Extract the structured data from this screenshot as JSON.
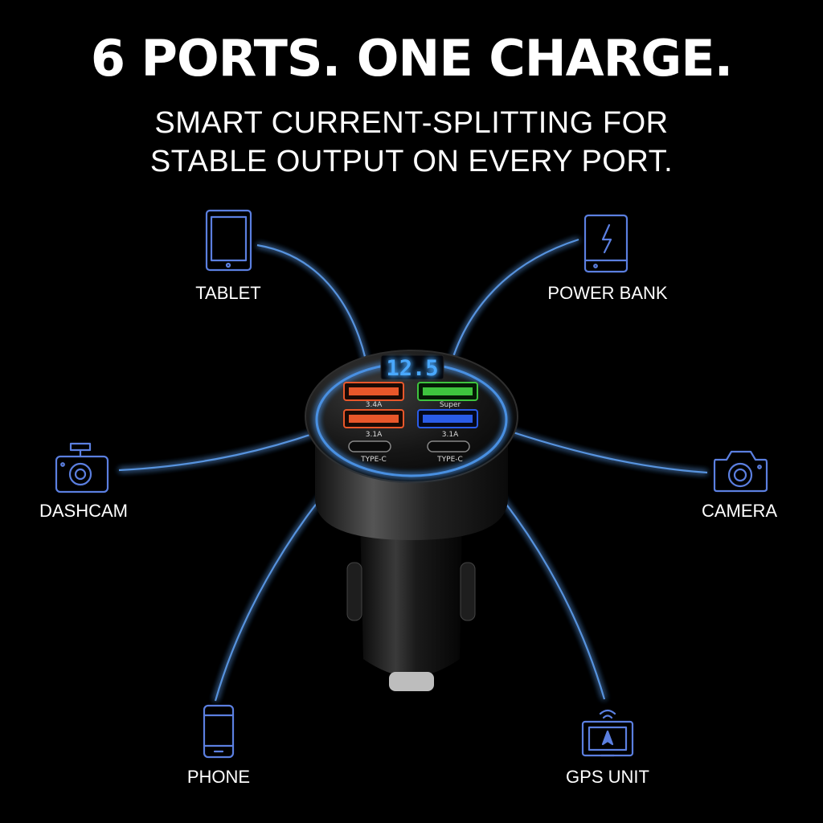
{
  "headline": "6 PORTS. ONE CHARGE.",
  "subheadline": {
    "line1": "SMART CURRENT-SPLITTING FOR",
    "line2": "STABLE OUTPUT ON EVERY PORT."
  },
  "devices": {
    "tablet": "TABLET",
    "power_bank": "POWER BANK",
    "dashcam": "DASHCAM",
    "camera": "CAMERA",
    "phone": "PHONE",
    "gps_unit": "GPS UNIT"
  },
  "charger": {
    "display_reading": "12.5",
    "ports": {
      "usb_top_left": "3.4A",
      "usb_top_right": "Super",
      "usb_mid_left": "3.1A",
      "usb_mid_right": "3.1A",
      "typec_left": "TYPE-C",
      "typec_right": "TYPE-C"
    }
  },
  "colors": {
    "background": "#000000",
    "text": "#ffffff",
    "glow_line": "#4a90e2",
    "icon_stroke": "#5b7fe0",
    "port_orange": "#e8572a",
    "port_green": "#3ec43e",
    "port_blue": "#2a5ce8",
    "display_digits": "#4aa8ff"
  }
}
